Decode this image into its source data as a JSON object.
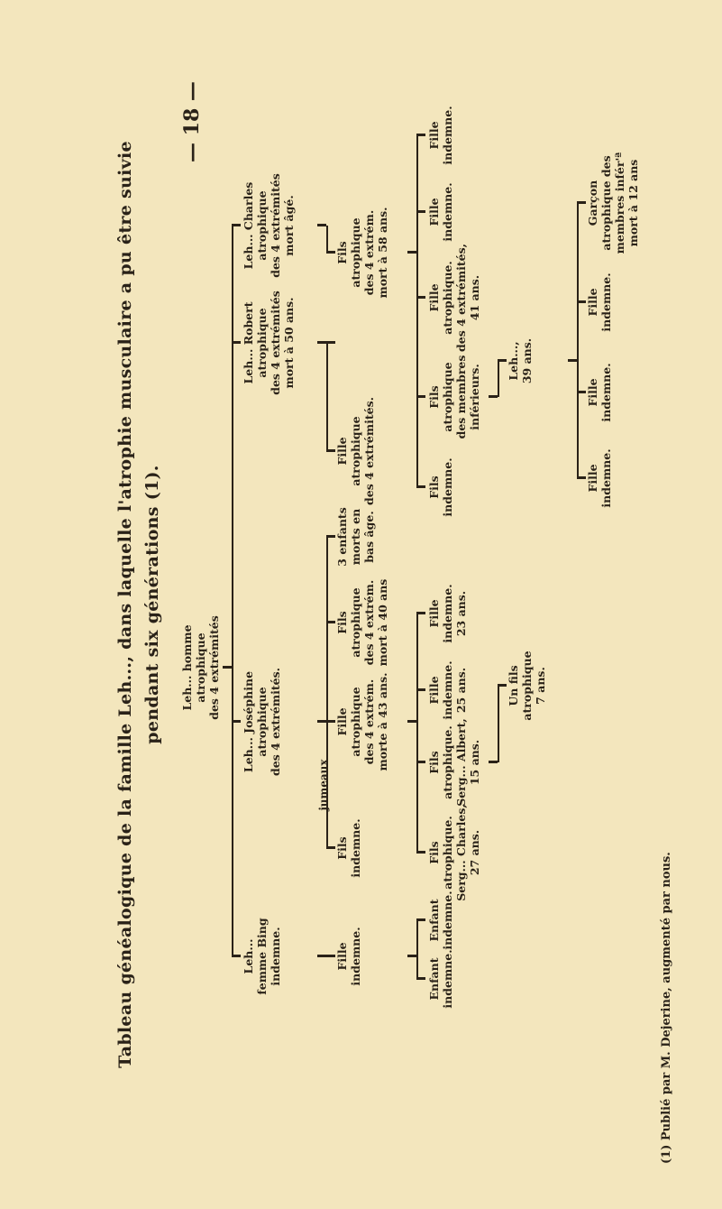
{
  "title": {
    "line1": "Tableau généalogique de la famille Leh..., dans laquelle l'atrophie musculaire a pu être suivie",
    "line2": "pendant six générations (1)."
  },
  "page_number": "— 18 —",
  "gen1": {
    "root": [
      "Leh... homme",
      "atrophique",
      "des 4 extrémités"
    ]
  },
  "gen2": {
    "femme_bing": [
      "Leh...",
      "femme Bing",
      "indemne."
    ],
    "josephine": [
      "Leh... Joséphine",
      "atrophique",
      "des 4 extrémités."
    ],
    "robert": [
      "Leh... Robert",
      "atrophique",
      "des 4 extrémités",
      "mort à 50 ans."
    ],
    "charles": [
      "Leh... Charles",
      "atrophique",
      "des 4 extrémités",
      "mort âgé."
    ]
  },
  "gen3": {
    "fille_indemne": [
      "Fille",
      "indemne."
    ],
    "fils_jumeau": [
      "Fils",
      "indemne."
    ],
    "jumeaux_label": "jumeaux",
    "fille_morte43": [
      "Fille",
      "atrophique",
      "des 4 extrém.",
      "morte à 43 ans."
    ],
    "fils_mort40": [
      "Fils",
      "atrophique",
      "des 4 extrém.",
      "mort à 40 ans"
    ],
    "trois_enfants": [
      "3 enfants",
      "morts en",
      "bas âge."
    ],
    "fille_robert": [
      "Fille",
      "atrophique",
      "des 4 extrémités."
    ],
    "fille_robert_shared": "Fille atrophique des 4 extrémités.",
    "fils_mort58": [
      "Fils",
      "atrophique",
      "des 4 extrém.",
      "mort à 58 ans."
    ]
  },
  "gen4": {
    "enfant1": [
      "Enfant",
      "indemne."
    ],
    "enfant2": [
      "Enfant",
      "indemne."
    ],
    "serg_charles": [
      "Fils",
      "atrophique.",
      "Serg... Charles,",
      "27 ans."
    ],
    "serg_albert": [
      "Fils",
      "atrophique.",
      "Serg... Albert,",
      "15 ans."
    ],
    "fille25": [
      "Fille",
      "indemne.",
      "25 ans."
    ],
    "fille23": [
      "Fille",
      "indemne.",
      "23 ans."
    ],
    "fils_indemne": [
      "Fils",
      "indemne."
    ],
    "fils_membres_inf": [
      "Fils",
      "atrophique",
      "des membres",
      "inférieurs."
    ],
    "fille41": [
      "Fille",
      "atrophique.",
      "des 4 extrémités,",
      "41 ans."
    ],
    "fille_ind1": [
      "Fille",
      "indemne."
    ],
    "fille_ind2": [
      "Fille",
      "indemne."
    ]
  },
  "gen5": {
    "un_fils": [
      "Un fils",
      "atrophique",
      "7 ans."
    ],
    "leh39": [
      "Leh...,",
      "39 ans."
    ]
  },
  "gen6": {
    "fille1": [
      "Fille",
      "indemne."
    ],
    "fille2": [
      "Fille",
      "indemne."
    ],
    "fille3": [
      "Fille",
      "indemne."
    ],
    "garcon": [
      "Garçon",
      "atrophique des",
      "membres infér'ª",
      "mort à 12 ans"
    ]
  },
  "footnote": "(1) Publié par M. Dejerine, augmenté par nous."
}
